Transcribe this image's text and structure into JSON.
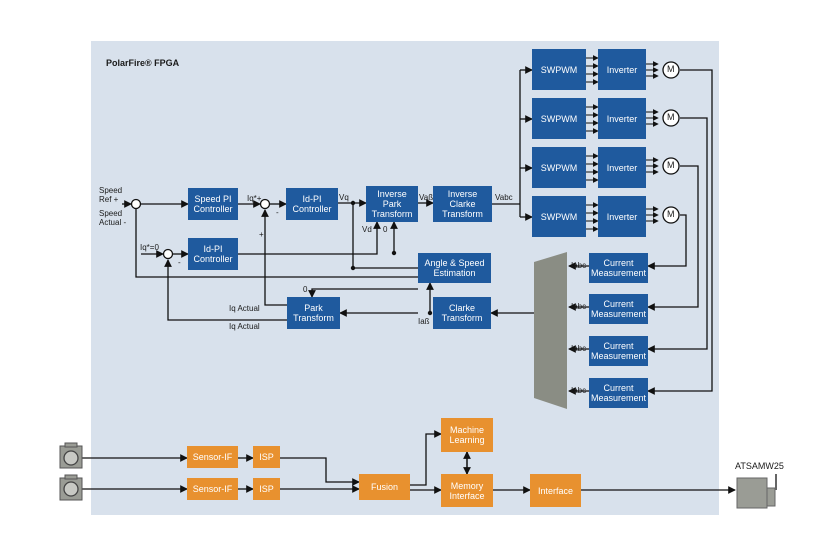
{
  "fpga_label": "PolarFire® FPGA",
  "blocks": {
    "speed_pi": "Speed PI Controller",
    "id_pi_top": "Id-PI Controller",
    "id_pi_bottom": "Id-PI Controller",
    "inv_park": "Inverse Park Transform",
    "inv_clarke": "Inverse Clarke Transform",
    "angle_speed": "Angle & Speed Estimation",
    "park": "Park Transform",
    "clarke": "Clarke Transform",
    "swpwm": [
      "SWPWM",
      "SWPWM",
      "SWPWM",
      "SWPWM"
    ],
    "inverter": [
      "Inverter",
      "Inverter",
      "Inverter",
      "Inverter"
    ],
    "current_meas": [
      "Current Measurement",
      "Current Measurement",
      "Current Measurement",
      "Current Measurement"
    ],
    "motor_symbol": "M"
  },
  "signals": {
    "speed_ref": "Speed Ref +",
    "speed_actual": "Speed Actual -",
    "iq_star": "Iq*+",
    "iq_minus": "-",
    "id_star": "Iq*=0",
    "id_minus": "-",
    "plus": "+",
    "vq": "Vq",
    "vd": "Vd",
    "zero_a": "0",
    "zero_b": "0",
    "va_beta": "Vaß",
    "vabc": "Vabc",
    "iq_actual_1": "Iq Actual",
    "iq_actual_2": "Iq Actual",
    "ia_beta": "Iaß",
    "iabc": [
      "Iabc",
      "Iabc",
      "Iabc",
      "Iabc"
    ]
  },
  "vision": {
    "sensor_if": [
      "Sensor-IF",
      "Sensor-IF"
    ],
    "isp": [
      "ISP",
      "ISP"
    ],
    "fusion": "Fusion",
    "machine_learning": "Machine Learning",
    "memory_interface": "Memory Interface",
    "interface": "Interface",
    "atsamw25": "ATSAMW25"
  },
  "colors": {
    "fpga_bg": "#d8e1ec",
    "blue_block": "#1f5a9e",
    "orange_block": "#e8912f",
    "mux_gray": "#8a8d84",
    "camera_gray": "#9a9c95"
  }
}
